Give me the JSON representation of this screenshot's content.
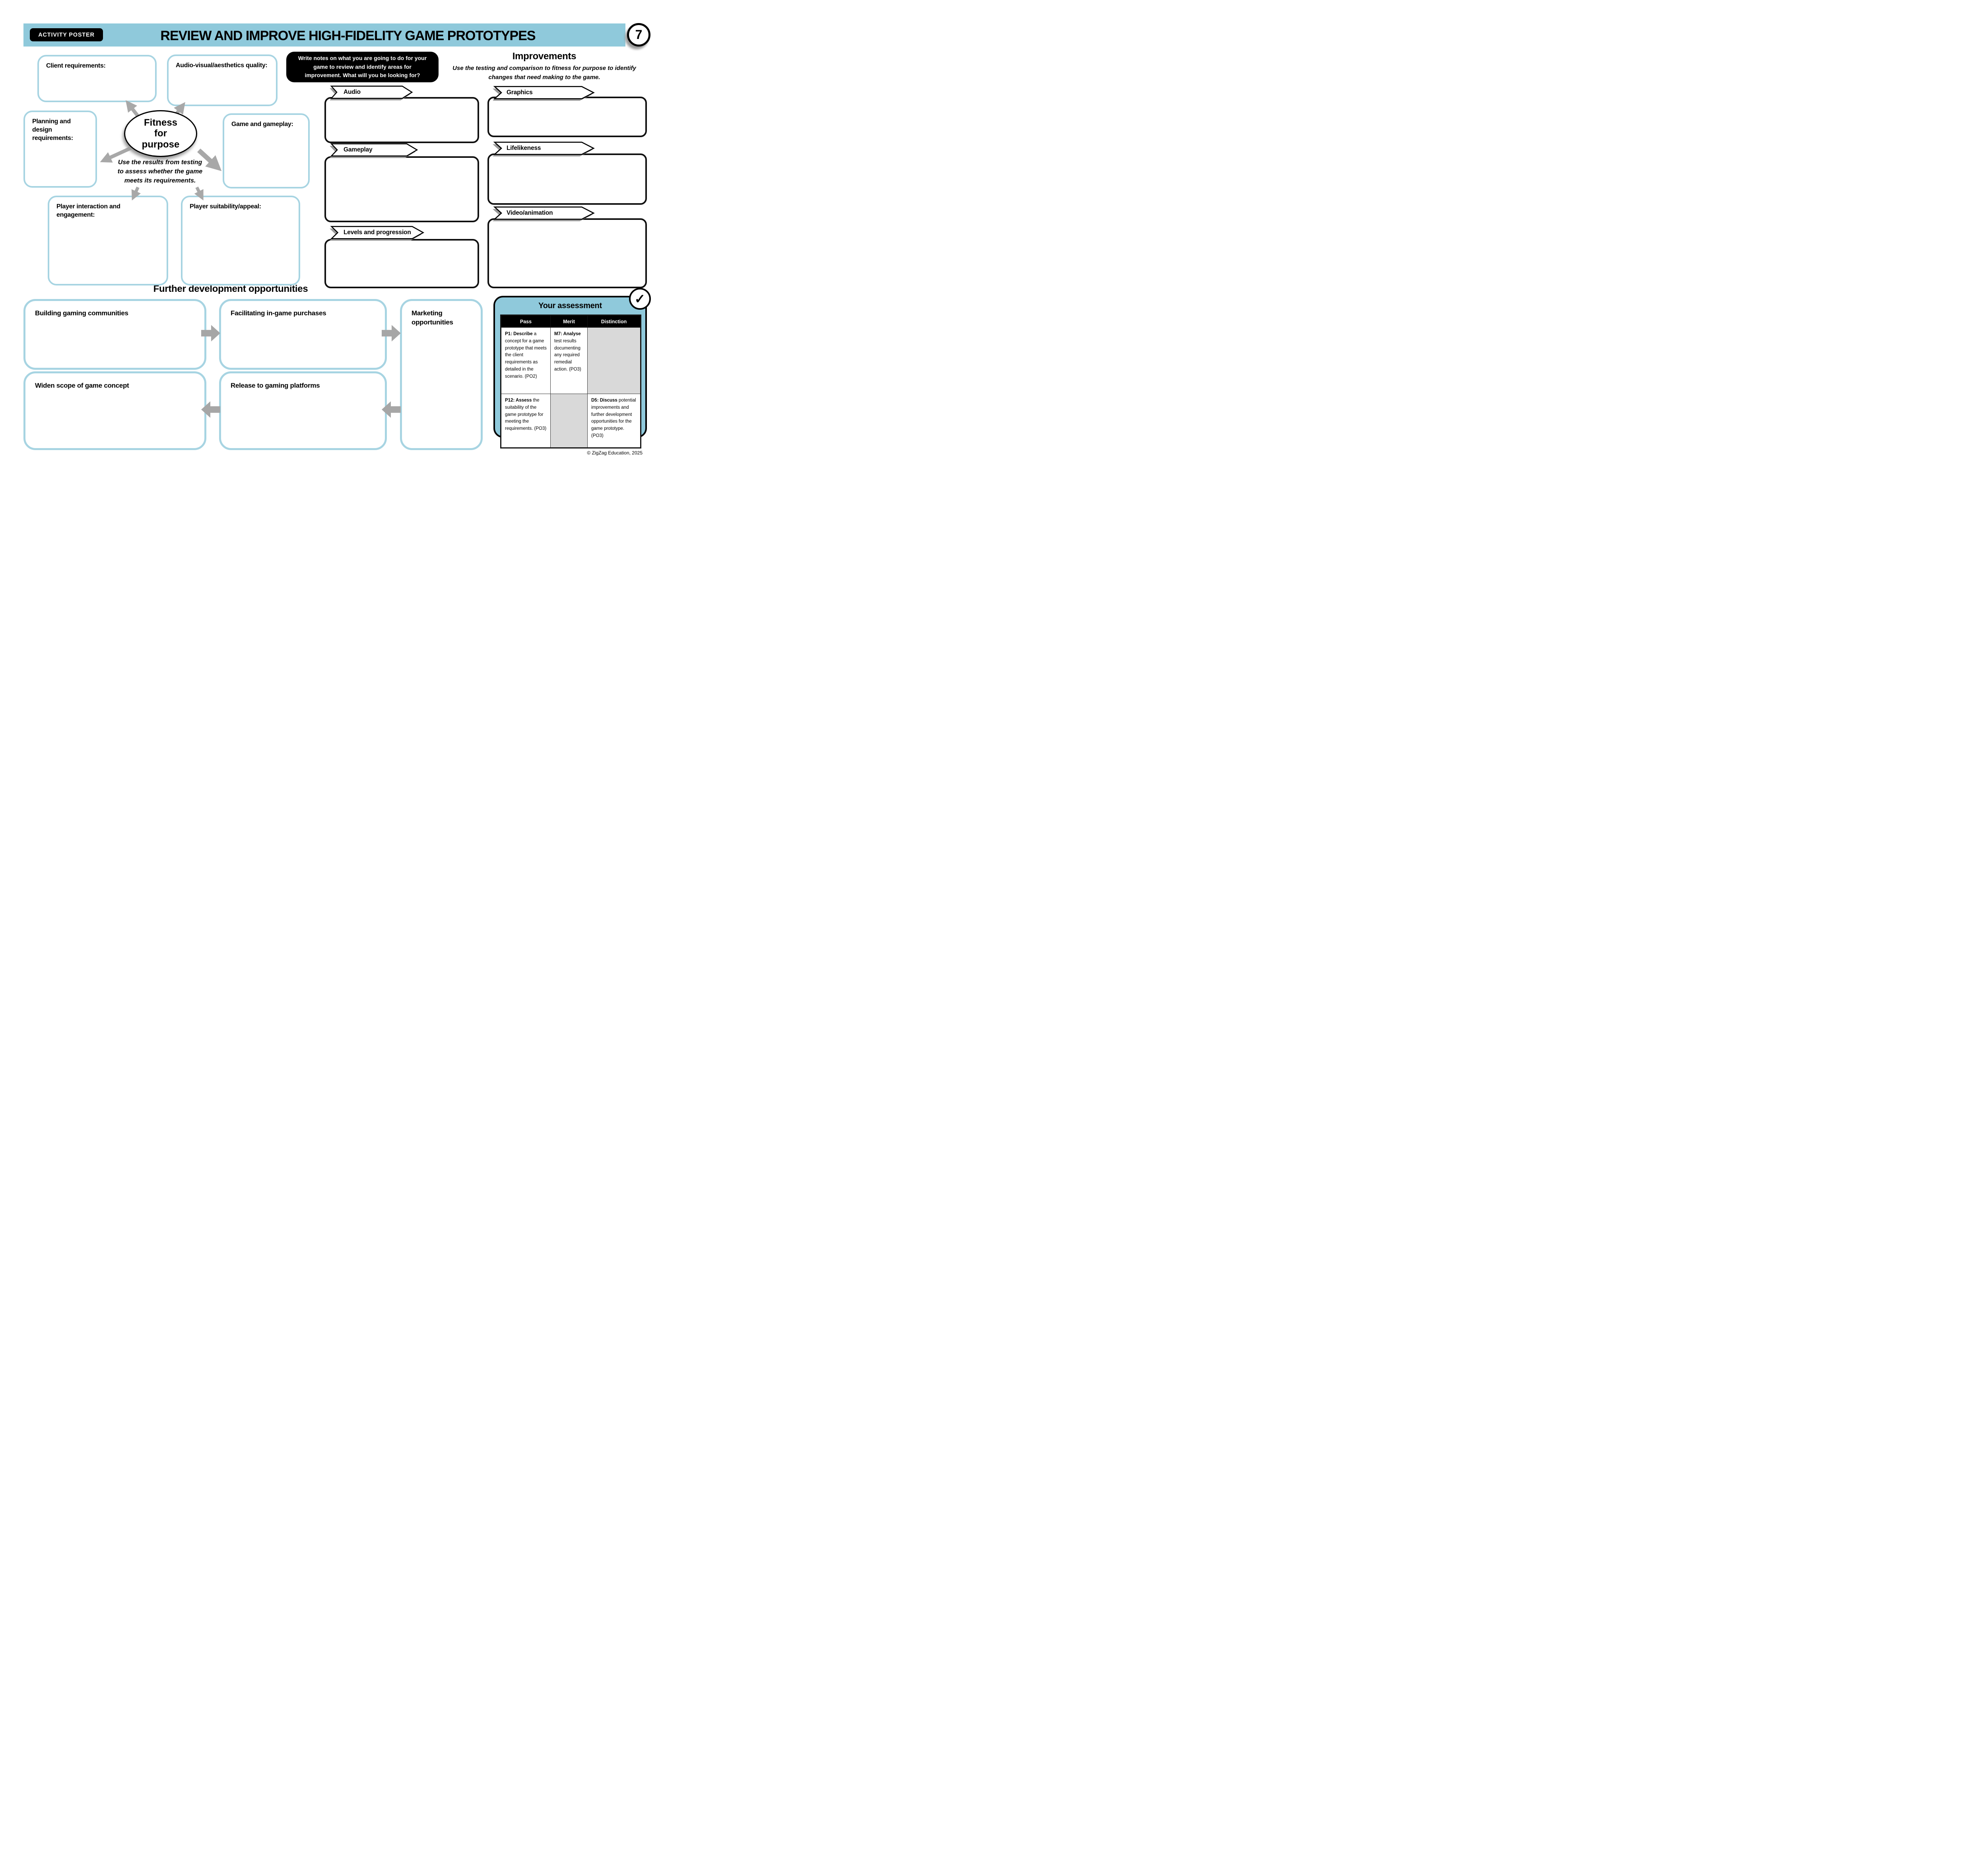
{
  "header": {
    "badge": "ACTIVITY POSTER",
    "title": "REVIEW AND IMPROVE HIGH-FIDELITY GAME PROTOTYPES",
    "page_number": "7"
  },
  "fitness": {
    "center_label": "Fitness for purpose",
    "caption": "Use the results from testing to assess whether the game meets its requirements.",
    "boxes": [
      {
        "label": "Client requirements:"
      },
      {
        "label": "Audio-visual/aesthetics quality:"
      },
      {
        "label": "Planning and design requirements:"
      },
      {
        "label": "Game and gameplay:"
      },
      {
        "label": "Player interaction and engagement:"
      },
      {
        "label": "Player suitability/appeal:"
      }
    ]
  },
  "notes_box": {
    "text": "Write notes on what you are going to do for your game to review and identify areas for improvement. What will you be looking for?"
  },
  "review": {
    "banners": [
      "Audio",
      "Gameplay",
      "Levels and progression"
    ]
  },
  "improvements": {
    "title": "Improvements",
    "subtitle": "Use the testing and comparison to fitness for purpose to identify changes that need making to the game.",
    "banners": [
      "Graphics",
      "Lifelikeness",
      "Video/animation"
    ]
  },
  "further_development": {
    "title": "Further development opportunities",
    "boxes": [
      "Building gaming communities",
      "Facilitating in-game purchases",
      "Marketing opportunities",
      "Widen scope of game concept",
      "Release to gaming platforms"
    ]
  },
  "assessment": {
    "title": "Your assessment",
    "check_icon": "✓",
    "columns": [
      "Pass",
      "Merit",
      "Distinction"
    ],
    "rows": [
      {
        "cells": [
          {
            "lead": "P1: Describe",
            "rest": " a concept for a game prototype that meets the client requirements as detailed in the scenario. (PO2)"
          },
          {
            "lead": "M7: Analyse",
            "rest": " test results documenting any required remedial action. (PO3)"
          },
          {
            "lead": "",
            "rest": ""
          }
        ]
      },
      {
        "cells": [
          {
            "lead": "P12: Assess",
            "rest": " the suitability of the game prototype for meeting the requirements. (PO3)"
          },
          {
            "lead": "",
            "rest": ""
          },
          {
            "lead": "D5: Discuss",
            "rest": " potential improvements and further development opportunities for the game prototype. (PO3)"
          }
        ]
      }
    ]
  },
  "footer": {
    "copyright": "© ZigZag Education, 2025"
  },
  "colors": {
    "header_band_blue": "#8fc9db",
    "light_blue_border": "#a7d4e2",
    "arrow_gray": "#a6a6a6",
    "empty_cell_gray": "#d9d9d9",
    "black": "#000000",
    "white": "#ffffff"
  }
}
